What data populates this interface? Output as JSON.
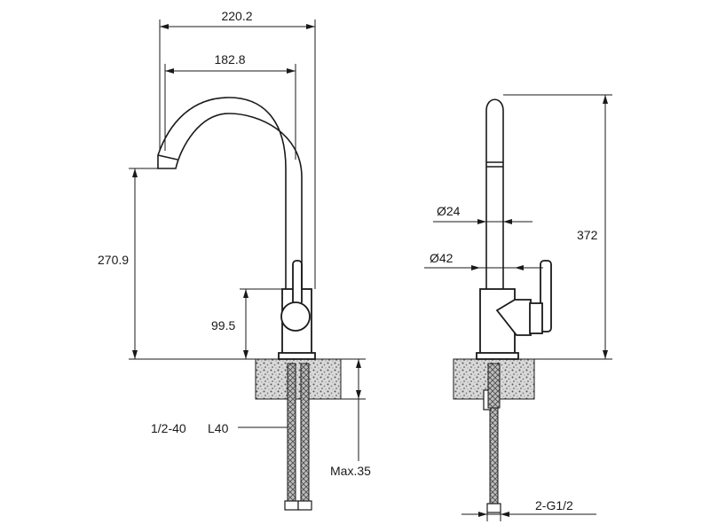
{
  "side_view": {
    "dim_total_reach": "220.2",
    "dim_spout_reach": "182.8",
    "dim_spout_height": "270.9",
    "dim_lever_height": "99.5",
    "dim_thread_length": "1/2-40",
    "dim_length": "L40",
    "dim_max_thickness": "Max.35"
  },
  "front_view": {
    "dim_diameter_spout": "Ø24",
    "dim_diameter_body": "Ø42",
    "dim_total_height": "372",
    "dim_connection": "2-G1/2"
  },
  "colors": {
    "line": "#1a1a1a",
    "background": "#ffffff"
  }
}
